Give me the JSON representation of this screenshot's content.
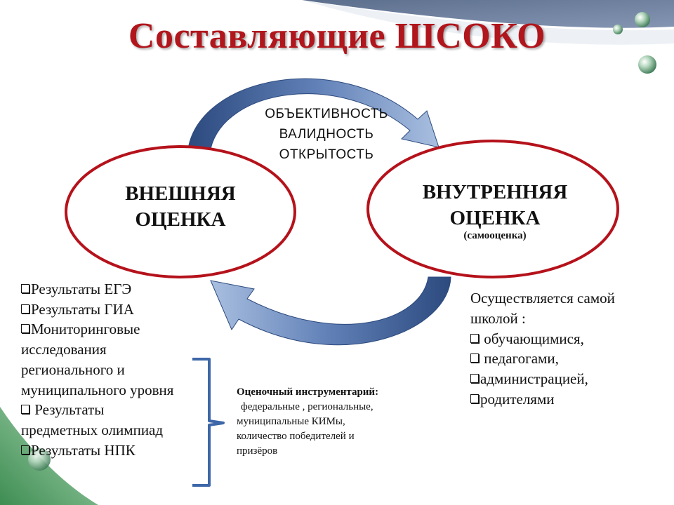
{
  "title": "Составляющие ШСОКО",
  "criteria": [
    "ОБЪЕКТИВНОСТЬ",
    "ВАЛИДНОСТЬ",
    "ОТКРЫТОСТЬ"
  ],
  "external": {
    "line1": "ВНЕШНЯЯ",
    "line2": "ОЦЕНКА"
  },
  "internal": {
    "line1": "ВНУТРЕННЯЯ",
    "line2": "ОЦЕНКА",
    "note": "(самооценка)"
  },
  "external_results": [
    "Результаты ЕГЭ",
    "Результаты ГИА",
    "Мониторинговые",
    "исследования",
    "регионального и",
    "муниципального уровня",
    " Результаты",
    "предметных олимпиад",
    "Результаты НПК"
  ],
  "internal_by": {
    "intro1": "Осуществляется самой",
    "intro2": "школой :",
    "items": [
      " обучающимися,",
      " педагогами,",
      "администрацией,",
      "родителями"
    ]
  },
  "tools": {
    "heading": "Оценочный инструментарий:",
    "line1": "федеральные , региональные,",
    "line2": "муниципальные КИМы,",
    "line3": "количество победителей и",
    "line4": "призёров"
  },
  "colors": {
    "title": "#b0161c",
    "ellipse_stroke": "#b5121b",
    "arrow_dark": "#2c4a7e",
    "arrow_light": "#9fb6d9",
    "bracket": "#3d67a8"
  }
}
